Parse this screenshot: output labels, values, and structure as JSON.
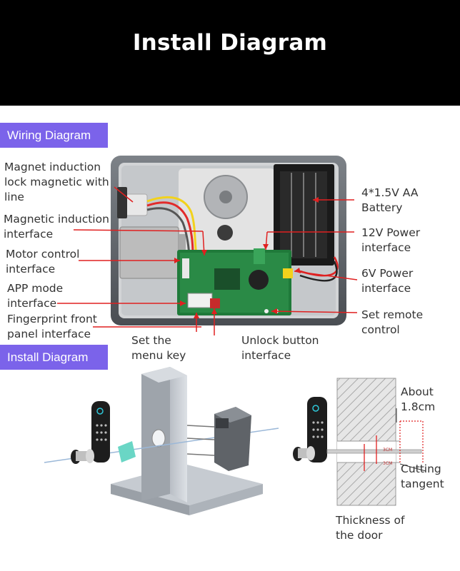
{
  "header": {
    "title": "Install Diagram"
  },
  "sections": {
    "wiring_tag": "Wiring Diagram",
    "install_tag": "Install Diagram"
  },
  "wiring_labels": {
    "magnet_lock": "Magnet induction\nlock magnetic with\nline",
    "magnetic_interface": "Magnetic induction\ninterface",
    "motor_control": "Motor control\ninterface",
    "app_mode": "APP mode\ninterface",
    "fingerprint_panel": "Fingerprint front\npanel interface",
    "menu_key": "Set the\nmenu key",
    "unlock_button": "Unlock button\ninterface",
    "battery": "4*1.5V AA\nBattery",
    "power_12v": "12V Power\ninterface",
    "power_6v": "6V Power\ninterface",
    "remote_control": "Set remote\ncontrol"
  },
  "install_labels": {
    "about": "About\n1.8cm",
    "cutting_tangent": "Cutting\ntangent",
    "door_thickness": "Thickness of\nthe door",
    "dim_small_1": "3CM",
    "dim_small_2": "3CM"
  },
  "colors": {
    "accent_tag": "#7b63ea",
    "pointer_red": "#e02020",
    "banner": "#000000"
  }
}
